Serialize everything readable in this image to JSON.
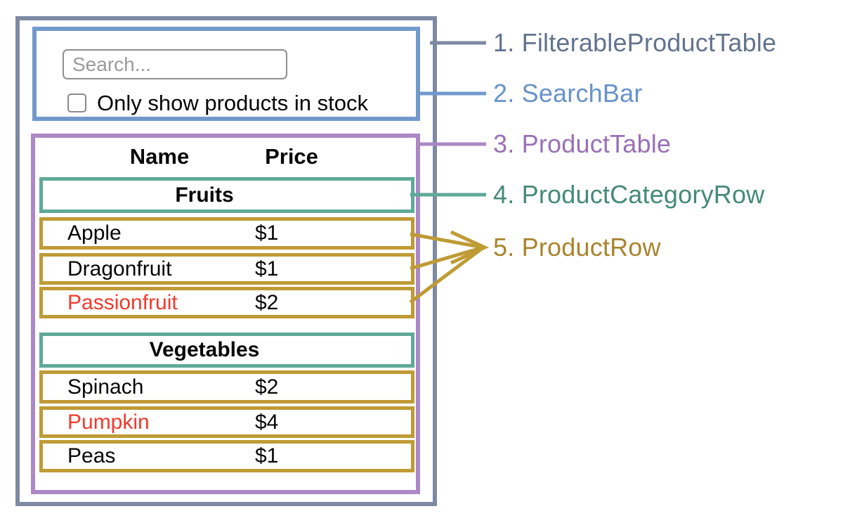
{
  "search_bar": {
    "search_placeholder": "Search...",
    "checkbox_label": "Only show products in stock",
    "checkbox_checked": false
  },
  "product_table": {
    "headers": {
      "name": "Name",
      "price": "Price"
    },
    "sections": [
      {
        "category": "Fruits",
        "rows": [
          {
            "name": "Apple",
            "price": "$1",
            "name_color": "#050505"
          },
          {
            "name": "Dragonfruit",
            "price": "$1",
            "name_color": "#050505"
          },
          {
            "name": "Passionfruit",
            "price": "$2",
            "name_color": "#f5382b"
          }
        ]
      },
      {
        "category": "Vegetables",
        "rows": [
          {
            "name": "Spinach",
            "price": "$2",
            "name_color": "#050505"
          },
          {
            "name": "Pumpkin",
            "price": "$4",
            "name_color": "#f5382b"
          },
          {
            "name": "Peas",
            "price": "$1",
            "name_color": "#050505"
          }
        ]
      }
    ]
  },
  "legend": [
    {
      "label": "1. FilterableProductTable",
      "color": "#62738f"
    },
    {
      "label": "2. SearchBar",
      "color": "#6792c9"
    },
    {
      "label": "3. ProductTable",
      "color": "#9a70b6"
    },
    {
      "label": "4. ProductCategoryRow",
      "color": "#458a79"
    },
    {
      "label": "5. ProductRow",
      "color": "#a8842e"
    }
  ],
  "colors": {
    "filterable_product_table_border": "#7e8aa4",
    "search_bar_border": "#7199cc",
    "product_table_border": "#ac88c6",
    "product_category_row_border": "#60a998",
    "product_row_border": "#bf9b35",
    "out_of_stock_name_text": "#f5382b"
  }
}
